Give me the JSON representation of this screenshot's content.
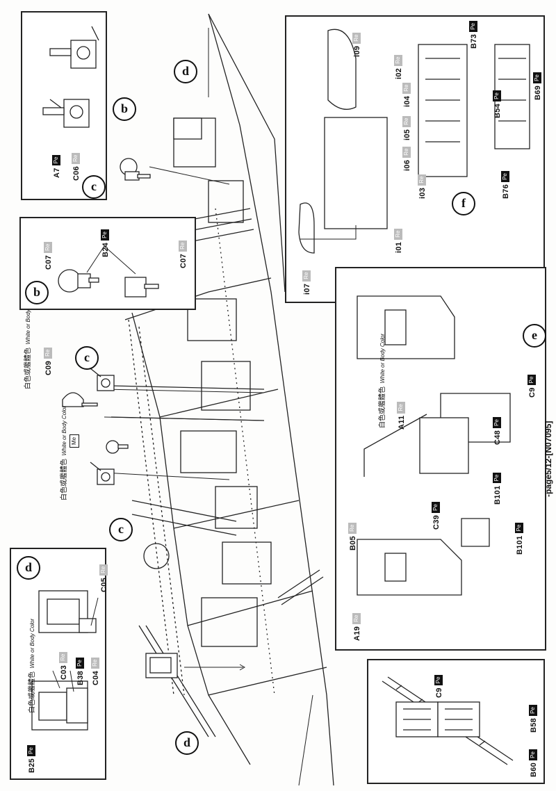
{
  "page": {
    "footer": "-page5/12-[N07095]"
  },
  "notes": {
    "color_cn": "白色或艦體色",
    "color_en": "White or Body Color"
  },
  "tags": {
    "pe": "Pe",
    "re": "Re",
    "me": "Me"
  },
  "callouts": {
    "b": "b",
    "c": "c",
    "d": "d",
    "e": "e",
    "f": "f"
  },
  "panel_c": {
    "label": "c",
    "parts": [
      "A7",
      "C06"
    ]
  },
  "panel_b": {
    "label": "b",
    "parts": [
      "C07",
      "B24",
      "C07"
    ]
  },
  "panel_d": {
    "label": "d",
    "parts": [
      "B25",
      "C03",
      "B38",
      "C04",
      "C05"
    ]
  },
  "panel_f": {
    "label": "f",
    "parts": [
      "i09",
      "i02",
      "i04",
      "i05",
      "i06",
      "i03",
      "i01",
      "i07",
      "B73",
      "B54",
      "B69",
      "B76"
    ]
  },
  "panel_e": {
    "label": "e",
    "parts": [
      "B05",
      "A19",
      "A11",
      "C48",
      "C39",
      "B101",
      "B101",
      "C9"
    ]
  },
  "panel_detail": {
    "parts": [
      "C9",
      "B58",
      "B60"
    ]
  },
  "main_parts": {
    "c09": "C09",
    "me": "Me"
  }
}
